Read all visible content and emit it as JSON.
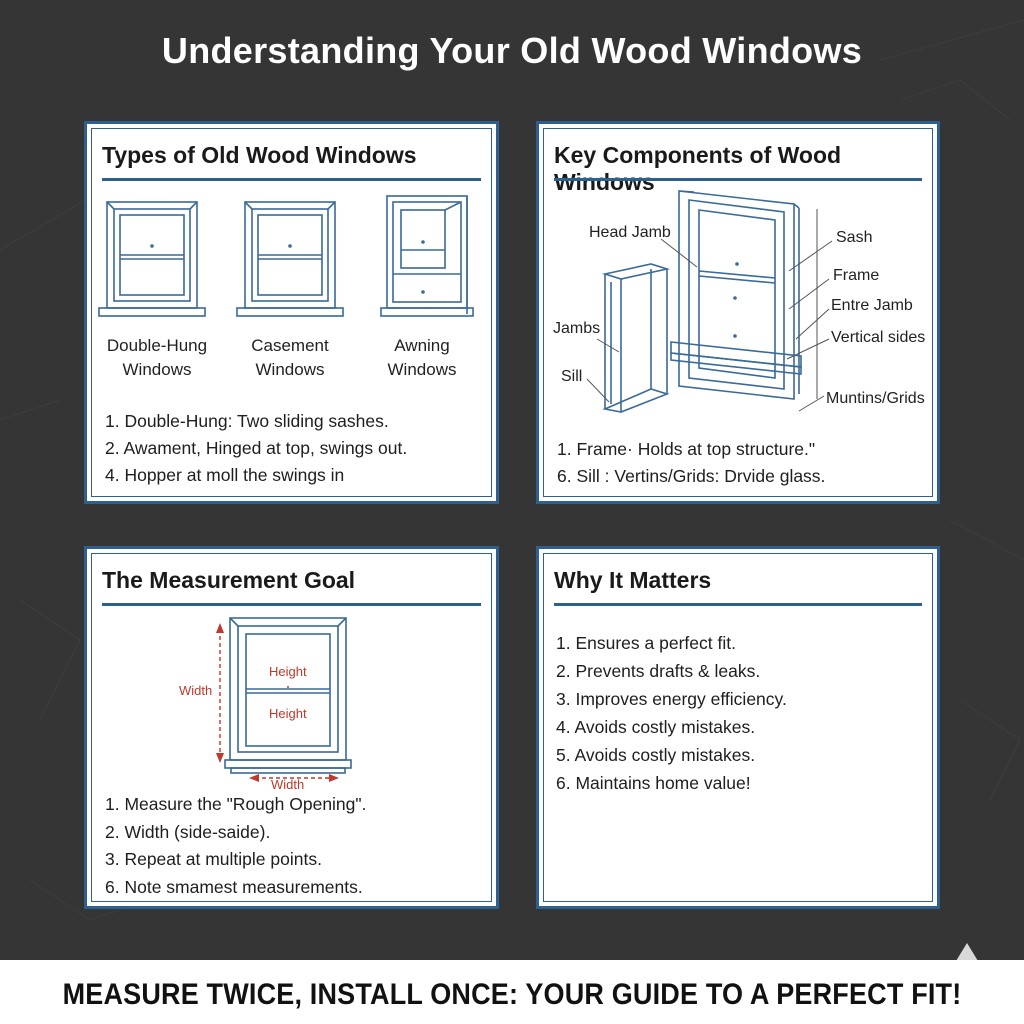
{
  "title": "Understanding Your Old Wood Windows",
  "panels": {
    "types": {
      "title": "Types of Old Wood Windows",
      "window_labels": [
        {
          "line1": "Double-Hung",
          "line2": "Windows"
        },
        {
          "line1": "Casement",
          "line2": "Windows"
        },
        {
          "line1": "Awning",
          "line2": "Windows"
        }
      ],
      "items": [
        "1. Double-Hung: Two sliding sashes.",
        "2. Awament, Hinged at top, swings out.",
        "4. Hopper at moll the swings in"
      ]
    },
    "components": {
      "title": "Key Components of Wood Windows",
      "labels": {
        "head_jamb": "Head Jamb",
        "jambs": "Jambs",
        "sill": "Sill",
        "sash": "Sash",
        "frame": "Frame",
        "entre_jamb": "Entre Jamb",
        "vertical_sides": "Vertical sides",
        "muntins": "Muntins/Grids"
      },
      "items": [
        "1. Frame· Holds at top structure.\"",
        "6. Sill  : Vertins/Grids: Drvide glass."
      ]
    },
    "measurement": {
      "title": "The Measurement Goal",
      "labels": {
        "width_left": "Width",
        "height_top": "Height",
        "height_bottom": "Height",
        "width_bottom": "Width"
      },
      "items": [
        "1. Measure the \"Rough Opening\".",
        "2. Width (side-saide).",
        "3. Repeat at multiple points.",
        "6. Note smamest measurements."
      ]
    },
    "why": {
      "title": "Why It Matters",
      "items": [
        "1. Ensures a perfect fit.",
        "2. Prevents drafts & leaks.",
        "3. Improves energy efficiency.",
        "4. Avoids costly mistakes.",
        "5. Avoids costly mistakes.",
        "6. Maintains home value!"
      ]
    }
  },
  "footer": "MEASURE TWICE, INSTALL ONCE: YOUR GUIDE TO A PERFECT FIT!",
  "colors": {
    "background": "#353535",
    "accent_blue": "#2d5f8f",
    "measure_red": "#c0392b"
  }
}
